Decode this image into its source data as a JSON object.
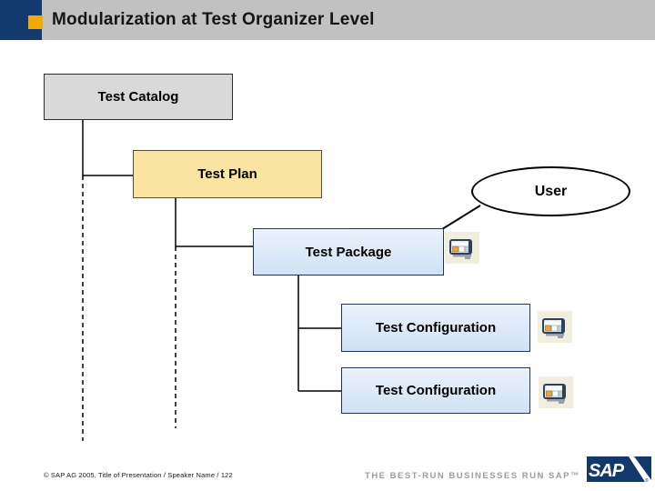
{
  "header": {
    "title": "Modularization at Test Organizer Level"
  },
  "diagram": {
    "nodes": [
      {
        "label": "Test Catalog",
        "shape": "box",
        "color": "#d9d9d9"
      },
      {
        "label": "Test Plan",
        "shape": "box",
        "color": "#fbe3a2"
      },
      {
        "label": "Test Package",
        "shape": "box",
        "color": "#d7e6f7"
      },
      {
        "label": "Test Configuration",
        "shape": "box",
        "color": "#d7e6f7"
      },
      {
        "label": "Test Configuration",
        "shape": "box",
        "color": "#d7e6f7"
      },
      {
        "label": "User",
        "shape": "ellipse",
        "color": "#ffffff"
      }
    ],
    "icons": [
      "test-object-icon",
      "test-object-icon",
      "test-object-icon"
    ]
  },
  "footer": {
    "copyright": "© SAP AG 2005, Title of Presentation / Speaker Name / 122",
    "tagline": "THE BEST-RUN BUSINESSES RUN SAP™",
    "logo_text": "SAP",
    "registered_mark": "®"
  },
  "colors": {
    "header_bar": "#c1c1c1",
    "header_navy": "#123a6e",
    "accent_orange": "#f0ab00",
    "box_gray": "#d9d9d9",
    "box_yellow": "#fbe3a2",
    "box_blue": "#d7e6f7",
    "line_black": "#000000",
    "sap_logo_navy": "#13386b",
    "tagline_gray": "#9c9c9c"
  }
}
